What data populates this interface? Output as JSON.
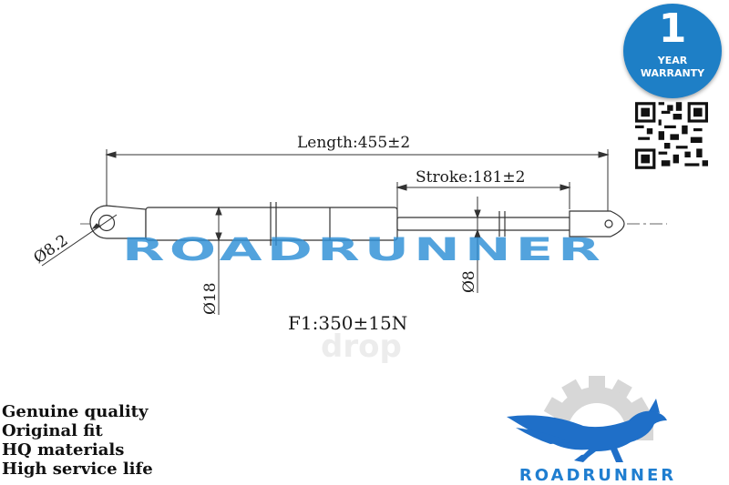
{
  "dimensions": {
    "length": "Length:455±2",
    "stroke": "Stroke:181±2",
    "eye_diameter": "Ø8.2",
    "body_diameter": "Ø18",
    "rod_diameter": "Ø8"
  },
  "force": "F1:350±15N",
  "watermark": {
    "brand": "ROADRUNNER",
    "faint": "drop"
  },
  "warranty_badge": {
    "number": "1",
    "line1": "YEAR",
    "line2": "WARRANTY",
    "color": "#1e7fc6"
  },
  "features": [
    "Genuine quality",
    "Original fit",
    "HQ materials",
    "High service life"
  ],
  "logo": {
    "text": "ROADRUNNER",
    "color": "#1f7ed0"
  },
  "icons": [
    "qr-code-icon",
    "gear-icon",
    "roadrunner-bird-icon"
  ]
}
